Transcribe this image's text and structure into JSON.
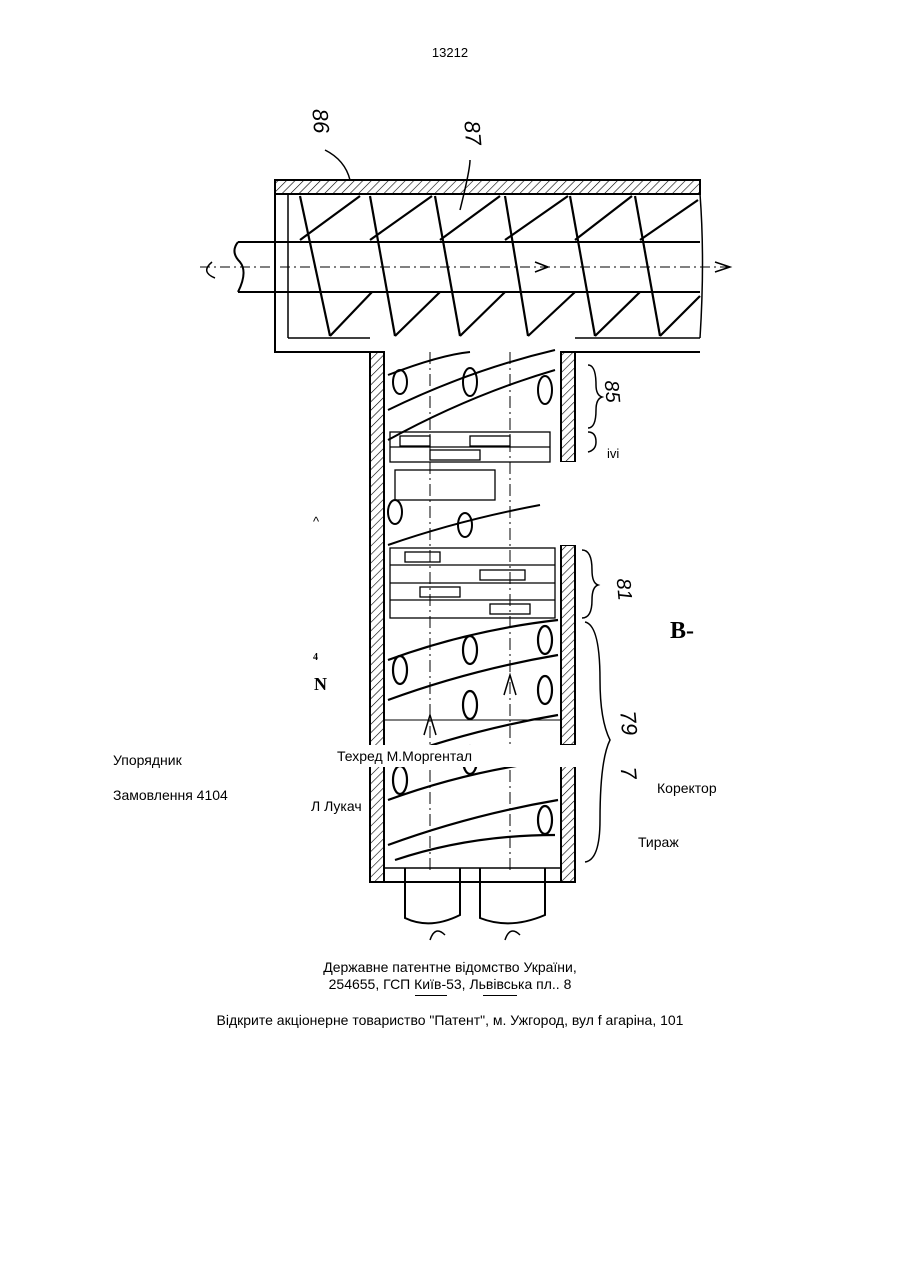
{
  "page_number": "13212",
  "drawing": {
    "labels": {
      "l86": "86",
      "l87": "87",
      "l85": "85",
      "l81": "81",
      "l79": "79",
      "l7": "7",
      "ivi": "ivi",
      "caret": "^",
      "four": "4",
      "N": "N",
      "B": "B-"
    }
  },
  "credits": {
    "compiler_label": "Упорядник",
    "techred": "Техред М.Моргентал",
    "proofreader_label": "Коректор",
    "order": "Замовлення 4104",
    "author": "Л Лукач",
    "print_run_label": "Тираж"
  },
  "footer": {
    "office": "Державне патентне відомство України,",
    "address": "254655, ГСП  Київ-53, Львівська пл.. 8",
    "publisher": "Відкрите акціонерне товариство \"Патент\", м. Ужгород, вул f агаріна, 101"
  }
}
